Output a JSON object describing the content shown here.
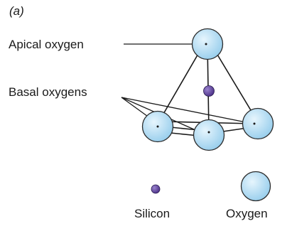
{
  "figure": {
    "panel_label": "(a)",
    "callouts": {
      "apical": "Apical oxygen",
      "basal": "Basal oxygens"
    },
    "legend": {
      "silicon": "Silicon",
      "oxygen": "Oxygen"
    }
  },
  "colors": {
    "oxygen_fill_light": "#e6f5fd",
    "oxygen_fill_dark": "#96cdec",
    "silicon_fill_light": "#9b84cf",
    "silicon_fill_dark": "#4a2f86",
    "line": "#1a1a1a"
  }
}
